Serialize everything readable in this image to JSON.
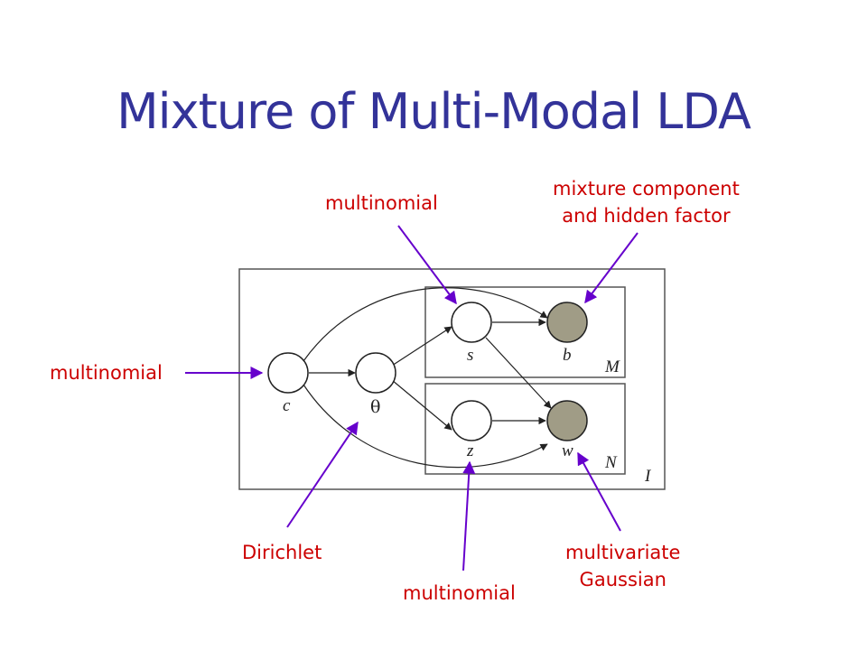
{
  "slide": {
    "title": "Mixture of Multi-Modal LDA"
  },
  "annotations": {
    "multinomial_c": "multinomial",
    "multinomial_s": "multinomial",
    "mixture_line1": "mixture component",
    "mixture_line2": "and hidden factor",
    "dirichlet": "Dirichlet",
    "multinomial_z": "multinomial",
    "gaussian_line1": "multivariate",
    "gaussian_line2": "Gaussian"
  },
  "diagram": {
    "nodes": {
      "c": "c",
      "theta": "θ",
      "s": "s",
      "b": "b",
      "z": "z",
      "w": "w"
    },
    "plates": {
      "outer": "I",
      "top": "M",
      "bottom": "N"
    }
  },
  "colors": {
    "title": "#333399",
    "annotation_text": "#cc0000",
    "annotation_arrow": "#6600cc",
    "observed_node": "#a09c86"
  }
}
